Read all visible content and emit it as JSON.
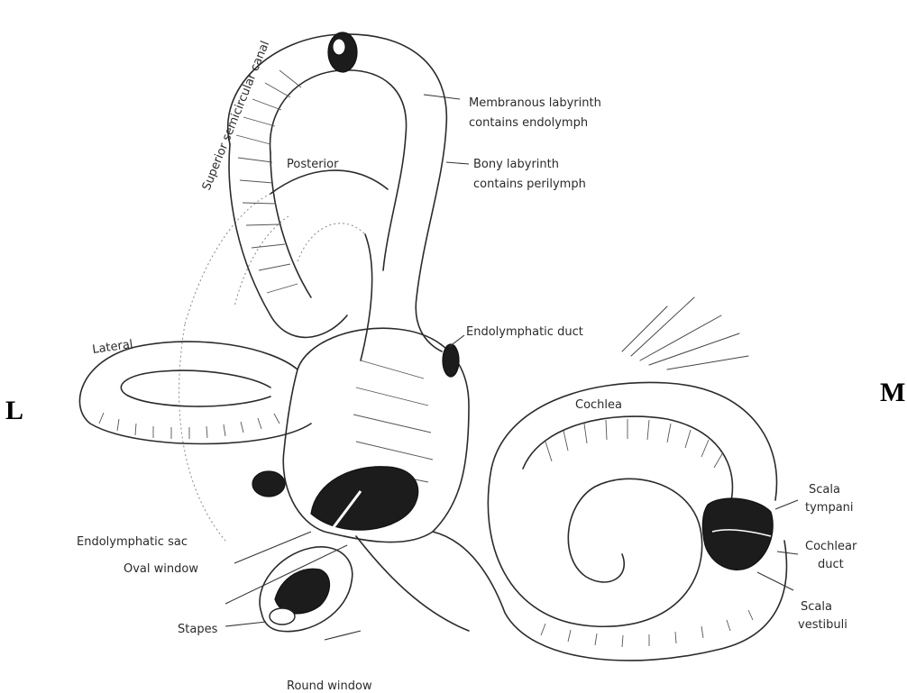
{
  "side_labels": {
    "left": "L",
    "right": "M"
  },
  "labels": {
    "superior_canal": "Superior  semicircular  canal",
    "posterior": "Posterior",
    "lateral": "Lateral",
    "membranous_1": "Membranous labyrinth",
    "membranous_2": "contains endolymph",
    "bony_1": "Bony labyrinth",
    "bony_2": "contains perilymph",
    "endolymphatic_duct": "Endolymphatic duct",
    "cochlea": "Cochlea",
    "scala_tympani_1": "Scala",
    "scala_tympani_2": "tympani",
    "cochlear_duct_1": "Cochlear",
    "cochlear_duct_2": "duct",
    "scala_vestibuli_1": "Scala",
    "scala_vestibuli_2": "vestibuli",
    "endolymphatic_sac": "Endolymphatic sac",
    "oval_window": "Oval window",
    "stapes": "Stapes",
    "round_window": "Round window"
  }
}
